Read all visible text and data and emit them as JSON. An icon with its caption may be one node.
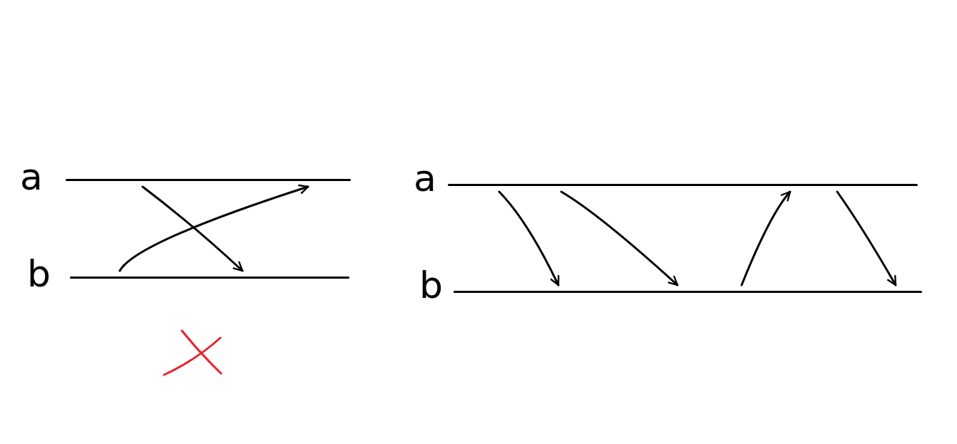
{
  "diagram": {
    "nodes": [
      {
        "text": [],
        "shape": "bar",
        "beside": [
          "a"
        ]
      },
      {
        "text": [],
        "shape": "bar",
        "beside": [
          "b"
        ]
      },
      {
        "text": [],
        "shape": "bar",
        "beside": [
          "a"
        ]
      },
      {
        "text": [],
        "shape": "bar",
        "beside": [
          "b"
        ]
      }
    ],
    "edges": [
      {
        "from": 0,
        "to": 1,
        "arrow": "to"
      },
      {
        "from": 1,
        "to": 0,
        "arrow": "to"
      },
      {
        "from": 2,
        "to": 3,
        "arrow": "to"
      },
      {
        "from": 2,
        "to": 3,
        "arrow": "to"
      },
      {
        "from": 3,
        "to": 2,
        "arrow": "to"
      },
      {
        "from": 2,
        "to": 3,
        "arrow": "to"
      }
    ]
  }
}
